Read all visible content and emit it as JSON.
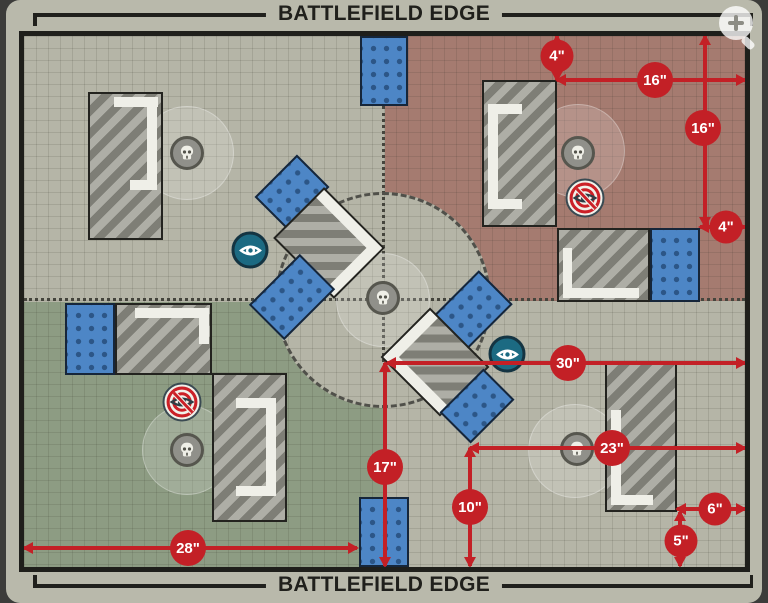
{
  "titles": {
    "top": "BATTLEFIELD EDGE",
    "bottom": "BATTLEFIELD EDGE"
  },
  "measurements": [
    {
      "label": "4\""
    },
    {
      "label": "16\""
    },
    {
      "label": "16\""
    },
    {
      "label": "4\""
    },
    {
      "label": "30\""
    },
    {
      "label": "23\""
    },
    {
      "label": "17\""
    },
    {
      "label": "10\""
    },
    {
      "label": "28\""
    },
    {
      "label": "6\""
    },
    {
      "label": "5\""
    }
  ],
  "icons": {
    "objective": "skull-icon",
    "sightline": "eye-icon",
    "obscuring": "no-sight-target-icon",
    "zoom": "magnifier-zoom-in-icon"
  },
  "colors": {
    "accent_red": "#c32026",
    "board": "#b5b5a7",
    "deployment_red": "#a57b70",
    "deployment_green": "#8d9c83",
    "terrain_blue": "#4d86c6",
    "eye_teal": "#1c6a82",
    "ink": "#20201c"
  }
}
